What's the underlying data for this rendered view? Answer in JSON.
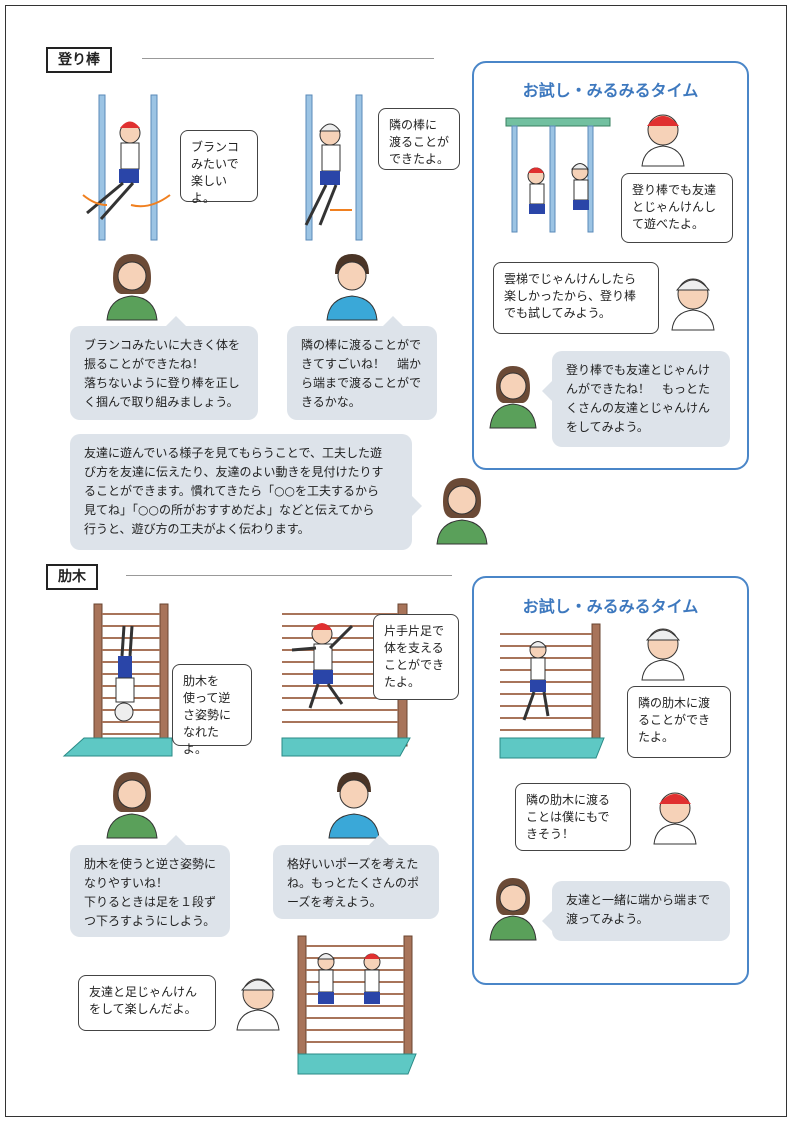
{
  "section1": {
    "title": "登り棒",
    "bubble_child1": "ブランコ\nみたいで\n楽しいよ。",
    "bubble_child2": "隣の棒に\n渡ることが\nできたよ。",
    "teacher1": "ブランコみたいに大きく体を\n振ることができたね！\n落ちないように登り棒を正し\nく掴んで取り組みましょう。",
    "teacher2": "隣の棒に渡ることがで\nきてすごいね！　端か\nら端まで渡ることがで\nきるかな。",
    "note": "友達に遊んでいる様子を見てもらうことで、工夫した遊\nび方を友達に伝えたり、友達のよい動きを見付けたりす\nることができます。慣れてきたら「○○を工夫するから\n見てね」「○○の所がおすすめだよ」などと伝えてから\n行うと、遊び方の工夫がよく伝わります。",
    "try": {
      "title": "お試し・みるみるタイム",
      "bubble1": "登り棒でも友達\nとじゃんけんし\nて遊べたよ。",
      "bubble2": "雲梯でじゃんけんしたら\n楽しかったから、登り棒\nでも試してみよう。",
      "teacher": "登り棒でも友達とじゃんけ\nんができたね！　もっとた\nくさんの友達とじゃんけん\nをしてみよう。"
    }
  },
  "section2": {
    "title": "肋木",
    "bubble_child1": "肋木を\n使って逆\nさ姿勢に\nなれたよ。",
    "bubble_child2": "片手片足で\n体を支える\nことができ\nたよ。",
    "teacher1": "肋木を使うと逆さ姿勢に\nなりやすいね！\n下りるときは足を１段ず\nつ下ろすようにしよう。",
    "teacher2": "格好いいポーズを考えた\nね。もっとたくさんのポ\nーズを考えよう。",
    "bubble_child3": "友達と足じゃんけん\nをして楽しんだよ。",
    "try": {
      "title": "お試し・みるみるタイム",
      "bubble1": "隣の肋木に渡\nることができ\nたよ。",
      "bubble2": "隣の肋木に渡る\nことは僕にもで\nきそう！",
      "teacher": "友達と一緒に端から端まで\n渡ってみよう。"
    }
  },
  "colors": {
    "accent": "#4a86c8",
    "speech_bg": "#dde3ea",
    "wood": "#a8745a",
    "mat": "#5ec8c4"
  }
}
